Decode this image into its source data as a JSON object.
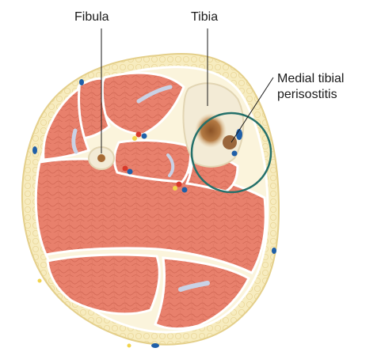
{
  "labels": {
    "fibula": "Fibula",
    "tibia": "Tibia",
    "condition_line1": "Medial tibial",
    "condition_line2": "perisostitis"
  },
  "colors": {
    "muscle": "#e8806c",
    "muscle_dark": "#c9604f",
    "fat": "#f6eab9",
    "fat_edge": "#e7d595",
    "skin": "#fbf3d5",
    "bone_cortex": "#f3ebd6",
    "bone_marrow": "#a66a35",
    "fascia": "#ffffff",
    "vessel_artery": "#d8392b",
    "vessel_vein": "#1f5fa8",
    "highlight_circle": "#24706a",
    "leader_line": "#1a1a1a"
  }
}
